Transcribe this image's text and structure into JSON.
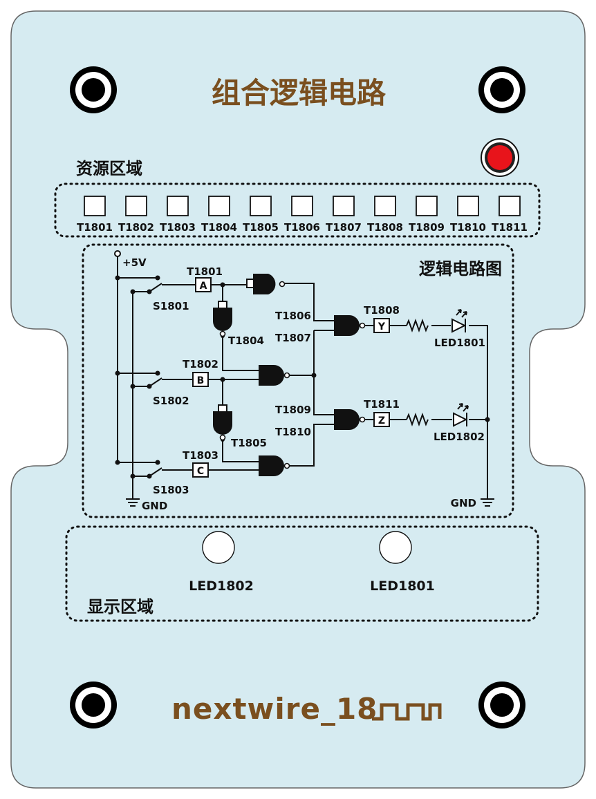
{
  "title": "组合逻辑电路",
  "resource_area": {
    "label": "资源区域",
    "test_points": [
      "T1801",
      "T1802",
      "T1803",
      "T1804",
      "T1805",
      "T1806",
      "T1807",
      "T1808",
      "T1809",
      "T1810",
      "T1811"
    ]
  },
  "circuit": {
    "label": "逻辑电路图",
    "supply": "+5V",
    "ground": "GND",
    "ground_right": "GND",
    "switches": [
      "S1801",
      "S1802",
      "S1803"
    ],
    "inputs": [
      {
        "tp": "T1801",
        "name": "A"
      },
      {
        "tp": "T1802",
        "name": "B"
      },
      {
        "tp": "T1803",
        "name": "C"
      }
    ],
    "gate_tps": {
      "t1804": "T1804",
      "t1805": "T1805",
      "t1806": "T1806",
      "t1807": "T1807",
      "t1809": "T1809",
      "t1810": "T1810"
    },
    "outputs": [
      {
        "tp": "T1808",
        "name": "Y",
        "led": "LED1801"
      },
      {
        "tp": "T1811",
        "name": "Z",
        "led": "LED1802"
      }
    ]
  },
  "display_area": {
    "label": "显示区域",
    "leds": [
      "LED1802",
      "LED1801"
    ]
  },
  "brand": "nextwire_18",
  "colors": {
    "board": "#d6ebf1",
    "title": "#7a4f1f",
    "power_led": "#e8141b"
  }
}
